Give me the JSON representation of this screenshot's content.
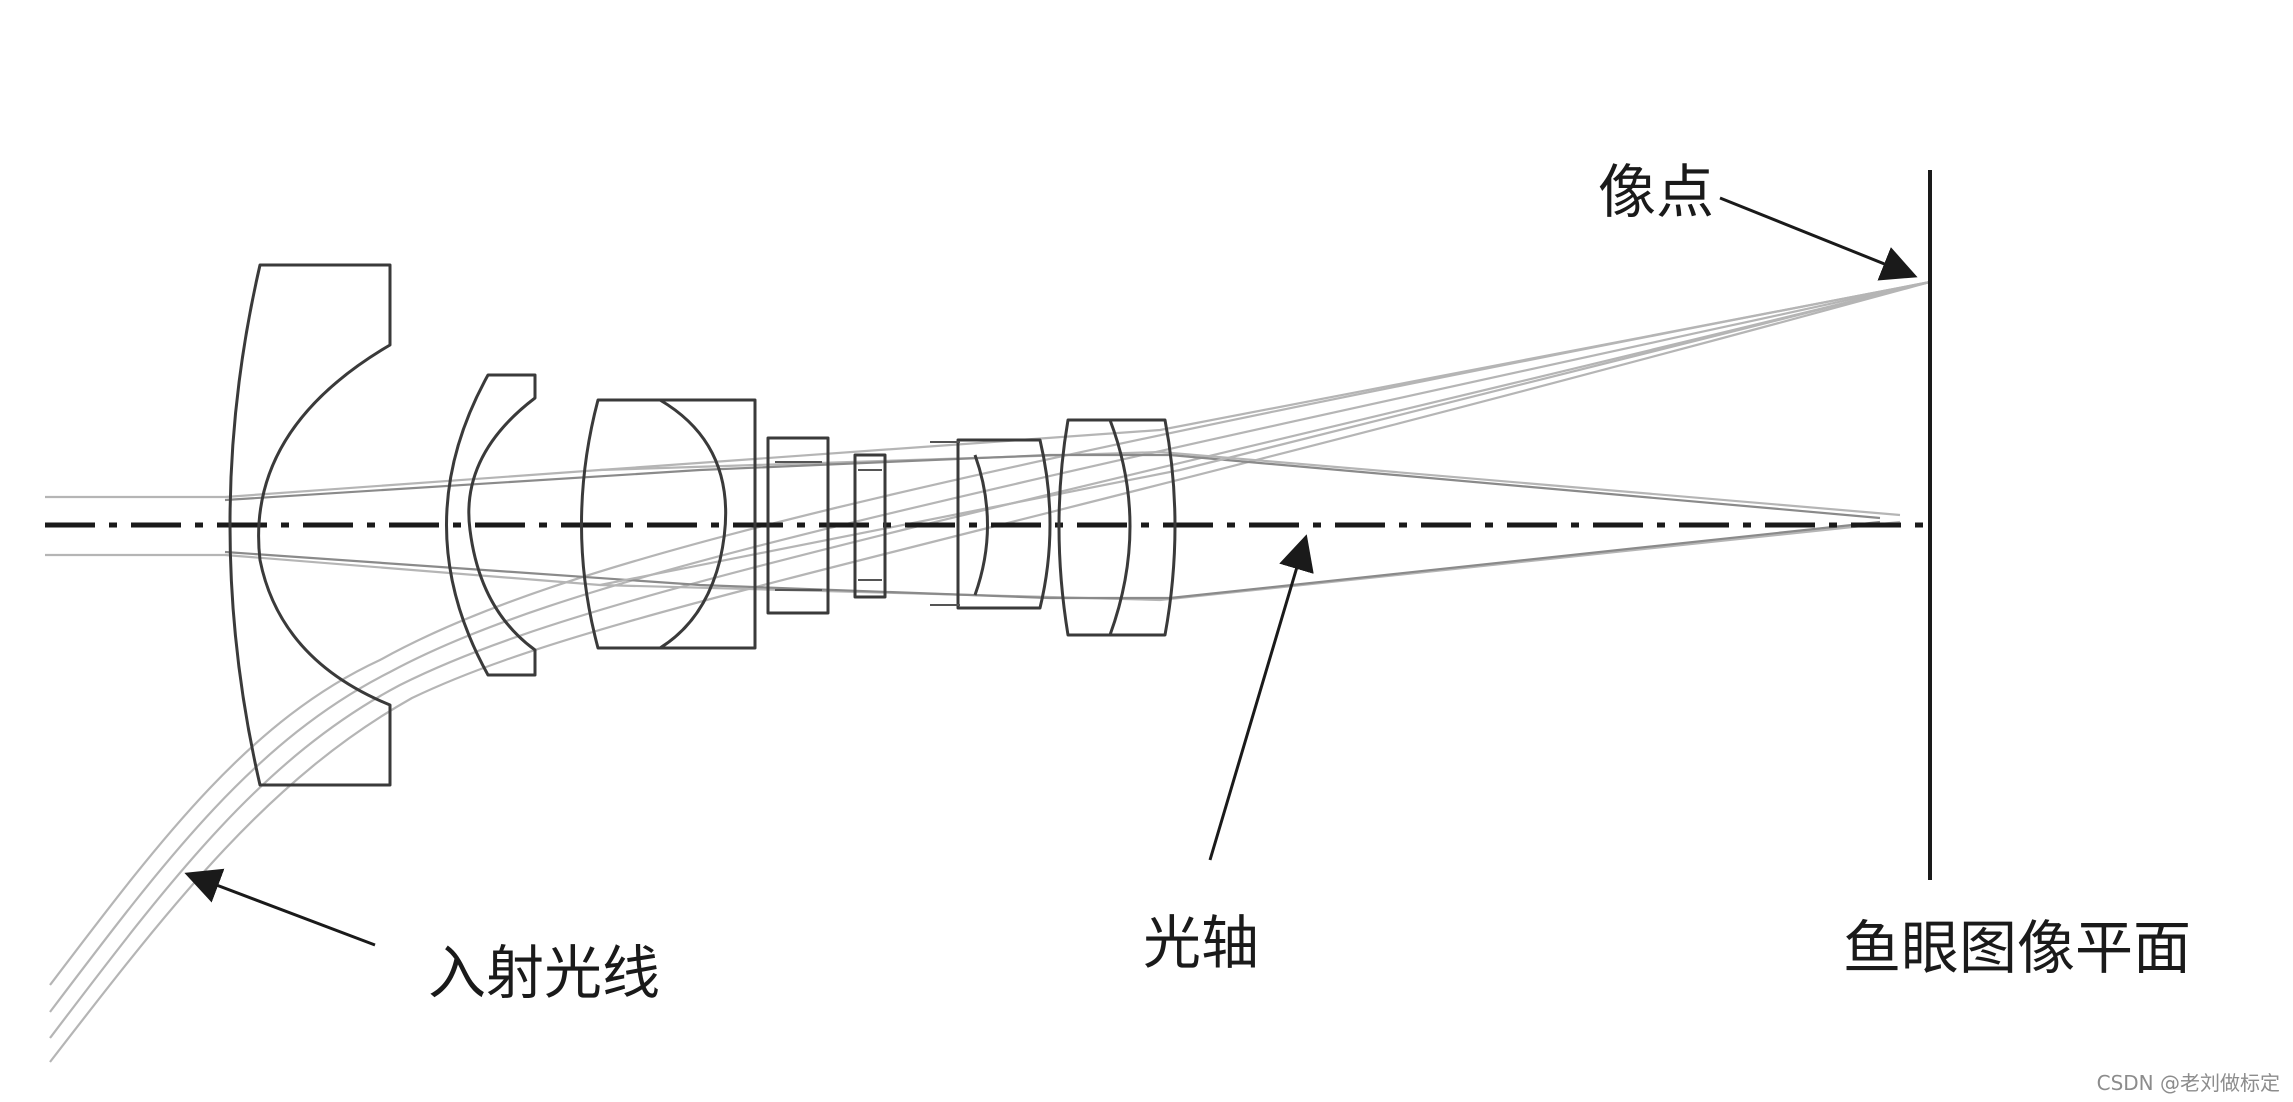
{
  "labels": {
    "image_point": "像点",
    "optical_axis": "光轴",
    "incident_ray": "入射光线",
    "image_plane": "鱼眼图像平面"
  },
  "watermark": "CSDN @老刘做标定",
  "colors": {
    "line": "#1a1a1a",
    "lens_outline": "#3a3a3a",
    "ray_light": "#b5b5b5",
    "ray_mid": "#8a8a8a",
    "watermark": "#8c8c8c"
  }
}
